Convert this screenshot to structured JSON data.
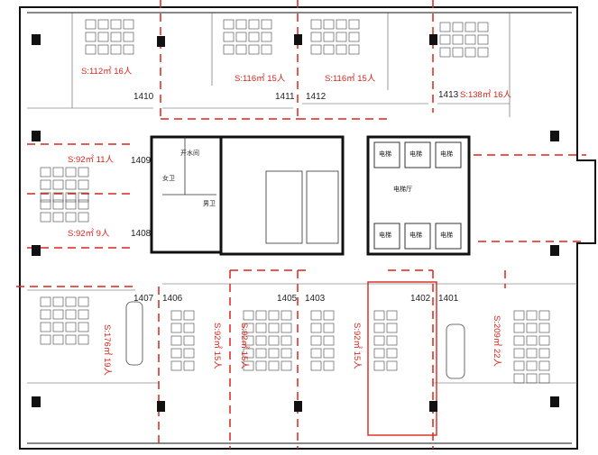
{
  "areas": {
    "r1410": "S:112㎡ 16人",
    "r1411": "S:116㎡ 15人",
    "r1412": "S:116㎡ 15人",
    "r1413": "S:138㎡ 16人",
    "r1409": "S:92㎡ 11人",
    "r1408": "S:92㎡ 9人",
    "r1407": "S:176㎡ 19人",
    "r1406": "S:92㎡ 15人",
    "r1405": "S:92㎡ 15人",
    "r1403": "S:92㎡ 15人",
    "r1401": "S:209㎡ 22人"
  },
  "room_numbers": {
    "n1410": "1410",
    "n1411": "1411",
    "n1412": "1412",
    "n1413": "1413",
    "n1409": "1409",
    "n1408": "1408",
    "n1407": "1407",
    "n1406": "1406",
    "n1405": "1405",
    "n1403": "1403",
    "n1402": "1402",
    "n1401": "1401"
  },
  "cores": {
    "kaishui": "开水间",
    "nvce": "女卫",
    "nance": "男卫",
    "dianti_ting": "电梯厅",
    "elev": "电梯"
  },
  "colors": {
    "accent": "#d8261c",
    "wall": "#111111"
  }
}
